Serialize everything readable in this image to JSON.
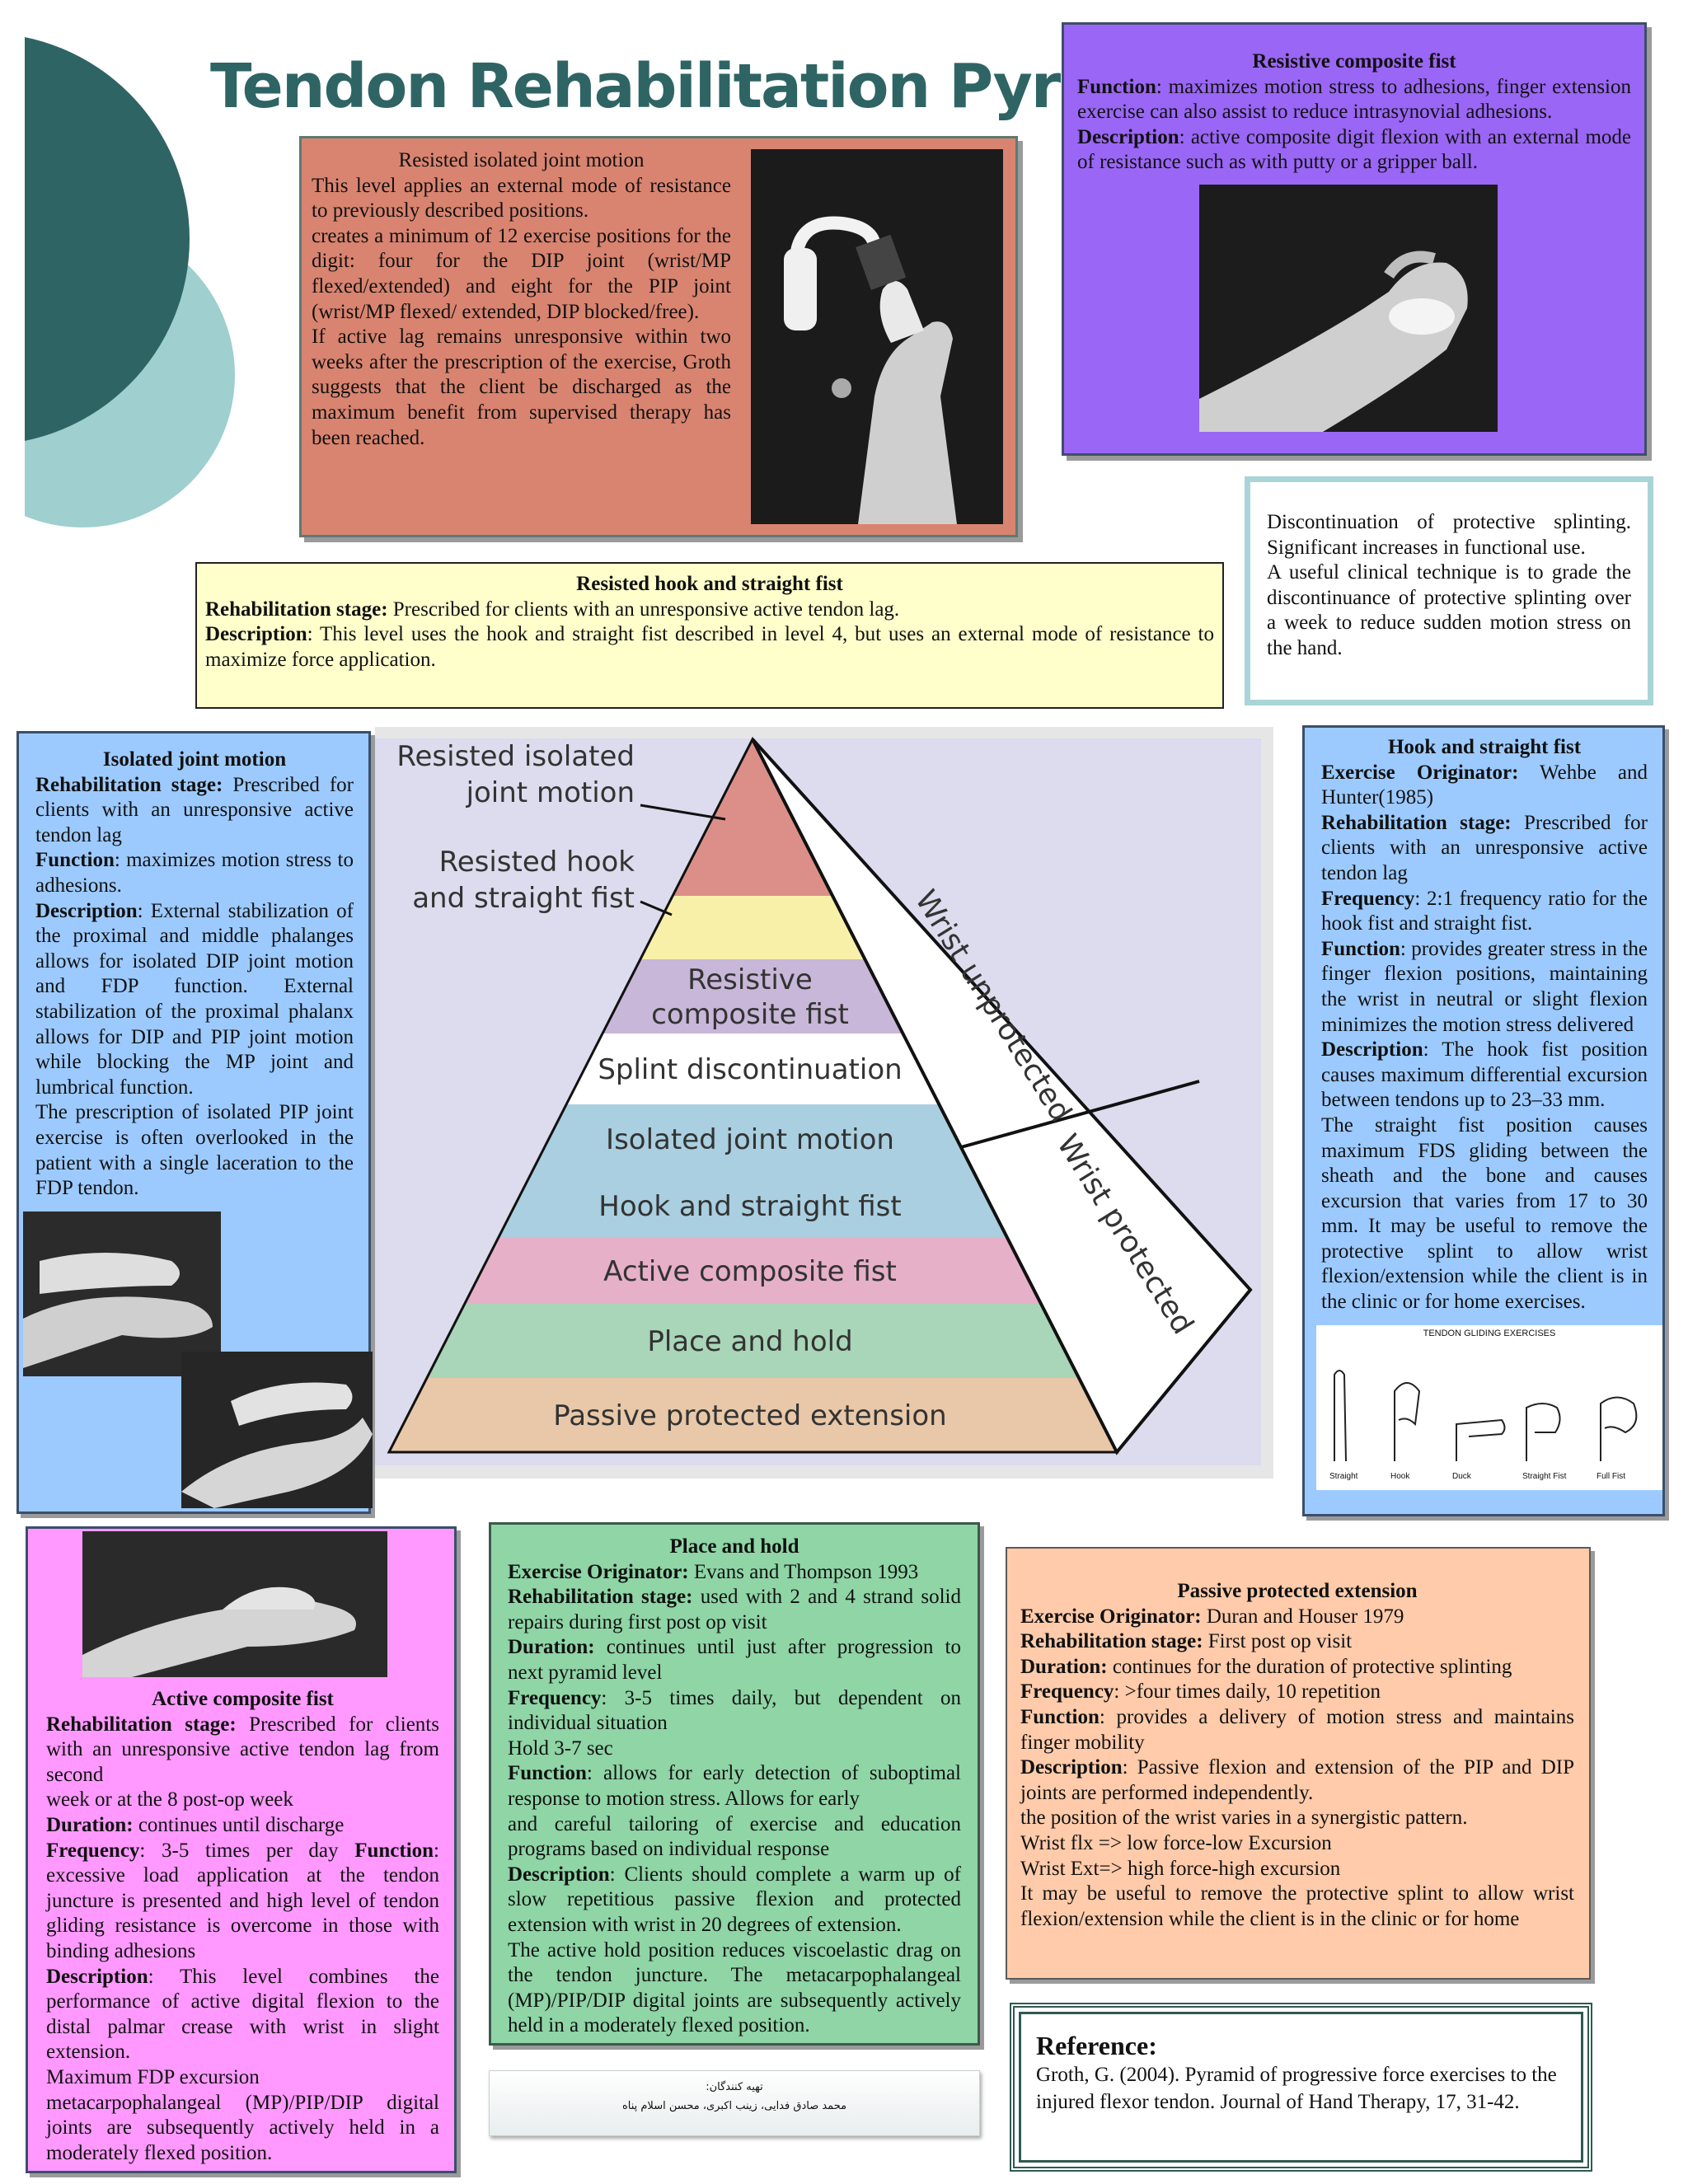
{
  "title": "Tendon Rehabilitation Pyramid",
  "colors": {
    "teal_dark": "#2f6464",
    "teal_light": "#9fcfcf",
    "salmon": "#d98470",
    "purple": "#9a66f5",
    "yellow": "#ffffcc",
    "blue": "#9ccaff",
    "pink": "#ff99ff",
    "green": "#8fd5a6",
    "peach": "#ffcbaa"
  },
  "resisted_isolated": {
    "heading": "Resisted isolated joint motion",
    "p1": "This level applies an external mode of resistance to previously described positions.",
    "p2": "creates a minimum of 12 exercise positions for the digit: four for the DIP joint (wrist/MP flexed/extended) and eight for the PIP joint (wrist/MP flexed/ extended, DIP blocked/free).",
    "p3": "If active lag remains unresponsive within two weeks after the prescription of the exercise, Groth suggests that the client be discharged as the maximum benefit from supervised therapy has been reached."
  },
  "resistive_composite": {
    "heading": "Resistive composite fist",
    "function_label": "Function",
    "function_text": ": maximizes motion stress to adhesions, finger extension exercise can also assist to reduce intrasynovial adhesions.",
    "description_label": "Description",
    "description_text": ": active composite digit flexion with an external mode of resistance such as with putty or a gripper ball."
  },
  "splint": {
    "p1": "Discontinuation of protective splinting. Significant increases in functional use.",
    "p2": "A useful clinical technique is to grade the discontinuance of protective splinting over a week to reduce sudden motion stress on the hand."
  },
  "resisted_hook": {
    "heading": "Resisted hook and straight fist",
    "stage_label": "Rehabilitation stage:",
    "stage_text": " Prescribed for clients with an unresponsive active tendon lag.",
    "description_label": "Description",
    "description_text": ": This level uses the hook and straight fist described in level 4, but uses an external mode of resistance to maximize force application."
  },
  "isolated": {
    "heading": "Isolated joint motion",
    "stage_label": "Rehabilitation stage:",
    "stage_text": " Prescribed for clients with an unresponsive active tendon lag",
    "function_label": "Function",
    "function_text": ": maximizes motion stress to adhesions.",
    "description_label": "Description",
    "description_text": ": External stabilization of the proximal and middle phalanges allows for isolated DIP joint motion and FDP function. External stabilization of the proximal phalanx allows for DIP and PIP joint motion while blocking the MP joint and lumbrical function.",
    "p_last": "The prescription of isolated PIP joint exercise is often overlooked in the patient with a single laceration to the FDP tendon."
  },
  "hook": {
    "heading": "Hook and straight fist",
    "originator_label": "Exercise Originator:",
    "originator_text": " Wehbe and Hunter(1985)",
    "stage_label": "Rehabilitation stage:",
    "stage_text": " Prescribed for clients with an unresponsive active tendon lag",
    "frequency_label": "Frequency",
    "frequency_text": ": 2:1 frequency ratio for the hook fist and straight fist.",
    "function_label": "Function",
    "function_text": ": provides greater stress in the finger flexion positions, maintaining the wrist in neutral or slight flexion minimizes the motion stress delivered",
    "description_label": "Description",
    "description_text": ": The hook fist position causes maximum differential excursion between tendons up to 23–33 mm.",
    "p_last": "The straight fist position causes maximum FDS gliding between the sheath and the bone and causes excursion that varies from 17 to 30 mm.  It may be useful to remove the protective splint to allow wrist flexion/extension while the client is in the clinic or for home exercises."
  },
  "gliding": {
    "title": "TENDON GLIDING EXERCISES",
    "labels": [
      "Straight",
      "Hook",
      "Duck",
      "Straight Fist",
      "Full Fist"
    ]
  },
  "pyramid": {
    "levels": [
      "Resistive composite fist",
      "Splint discontinuation",
      "Isolated joint motion",
      "Hook and straight fist",
      "Active composite fist",
      "Place and hold",
      "Passive protected extension"
    ],
    "callout_top": "Resisted isolated joint motion",
    "callout_mid": "Resisted hook and straight fist",
    "wrist_unprotected": "Wrist unprotected",
    "wrist_protected": "Wrist protected"
  },
  "active": {
    "heading": "Active composite fist",
    "stage_label": "Rehabilitation stage:",
    "stage_text": " Prescribed for clients with an unresponsive active tendon lag from second",
    "p_week": "week or at the 8 post-op week",
    "duration_label": "Duration:",
    "duration_text": " continues until discharge",
    "frequency_label": "Frequency",
    "frequency_text": ": 3-5 times per day ",
    "function_label": "Function",
    "function_text": ": excessive load application at the tendon juncture is presented and high level of tendon gliding resistance is overcome in those with binding adhesions",
    "description_label": "Description",
    "description_text": ": This level combines the performance of active digital flexion to the distal palmar crease with wrist in slight extension.",
    "p_fdp": "Maximum FDP excursion",
    "p_last": "metacarpophalangeal (MP)/PIP/DIP digital joints are subsequently  actively held in a moderately flexed position."
  },
  "place": {
    "heading": "Place and hold",
    "originator_label": "Exercise Originator:",
    "originator_text": " Evans and Thompson 1993",
    "stage_label": "Rehabilitation stage:",
    "stage_text": " used with 2 and 4 strand solid repairs during first post op visit",
    "duration_label": "Duration:",
    "duration_text": " continues until just after progression to next pyramid level",
    "frequency_label": "Frequency",
    "frequency_text": ": 3-5 times daily, but dependent on individual situation",
    "hold": "Hold 3-7 sec",
    "function_label": "Function",
    "function_text": ": allows for early detection of suboptimal response to motion stress. Allows for early",
    "p_tailor": "and careful tailoring of exercise and education programs based on individual response",
    "description_label": "Description",
    "description_text": ": Clients should complete a warm up of slow repetitious passive flexion and protected extension with wrist in 20 degrees of extension.",
    "p_last": "The active hold position reduces viscoelastic drag on the tendon juncture. The metacarpophalangeal (MP)/PIP/DIP digital joints are subsequently actively held in a moderately flexed position."
  },
  "passive": {
    "heading": "Passive protected extension",
    "originator_label": "Exercise Originator:",
    "originator_text": " Duran and Houser 1979",
    "stage_label": "Rehabilitation stage:",
    "stage_text": " First post op visit",
    "duration_label": "Duration:",
    "duration_text": " continues for the duration of protective splinting",
    "frequency_label": "Frequency",
    "frequency_text": ": >four times daily, 10 repetition",
    "function_label": "Function",
    "function_text": ": provides a delivery of motion stress and maintains finger mobility",
    "description_label": "Description",
    "description_text": ": Passive flexion and extension of the PIP and DIP joints are performed independently.",
    "p_wrist": "the position of the wrist varies in a synergistic pattern.",
    "p_flx": "Wrist flx => low force-low Excursion",
    "p_ext": "Wrist Ext=> high force-high excursion",
    "p_last": "It may be useful to remove the protective splint to allow wrist flexion/extension while the client is in the clinic or for home"
  },
  "reference": {
    "heading": "Reference:",
    "text": "Groth, G. (2004). Pyramid of progressive force exercises to the injured flexor tendon. Journal of Hand Therapy, 17, 31-42."
  },
  "authors": {
    "label": "تهیه کنندگان:",
    "names": "محمد صادق فدایی، زینب اکبری، محسن اسلام پناه"
  }
}
